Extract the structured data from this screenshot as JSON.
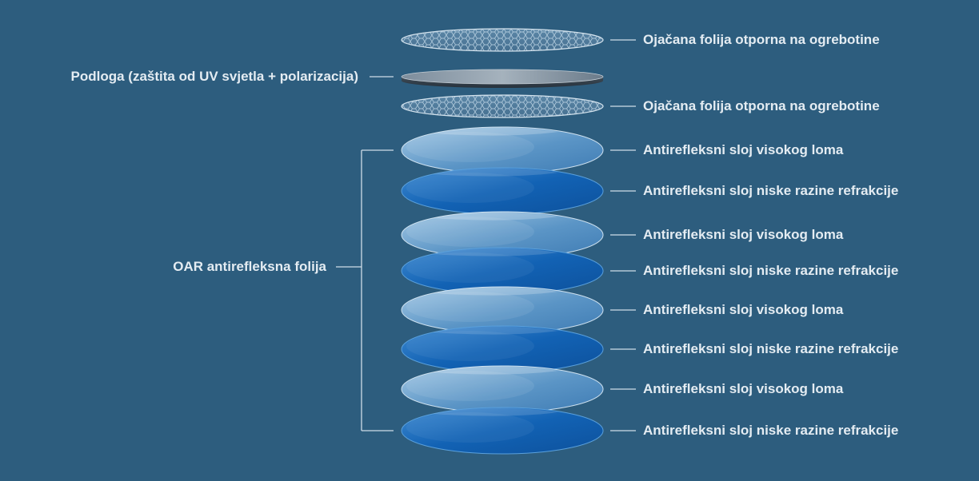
{
  "diagram": {
    "background": "#2d5d7e",
    "label_color": "#e4ecf2",
    "line_color": "#cfdde8",
    "left_labels": {
      "substrate": "Podloga (zaštita od UV svjetla + polarizacija)",
      "oar_group": "OAR antirefleksna folija"
    },
    "layers": [
      {
        "kind": "mesh",
        "label": "Ojačana folija otporna na ogrebotine"
      },
      {
        "kind": "substrate",
        "label": ""
      },
      {
        "kind": "mesh",
        "label": "Ojačana folija otporna na ogrebotine"
      },
      {
        "kind": "light",
        "label": "Antirefleksni sloj visokog loma"
      },
      {
        "kind": "dark",
        "label": "Antirefleksni sloj niske razine refrakcije"
      },
      {
        "kind": "light",
        "label": "Antirefleksni sloj visokog loma"
      },
      {
        "kind": "dark",
        "label": "Antirefleksni sloj niske razine refrakcije"
      },
      {
        "kind": "light",
        "label": "Antirefleksni sloj visokog loma"
      },
      {
        "kind": "dark",
        "label": "Antirefleksni sloj niske razine refrakcije"
      },
      {
        "kind": "light",
        "label": "Antirefleksni sloj visokog loma"
      },
      {
        "kind": "dark",
        "label": "Antirefleksni sloj niske razine refrakcije"
      }
    ]
  }
}
